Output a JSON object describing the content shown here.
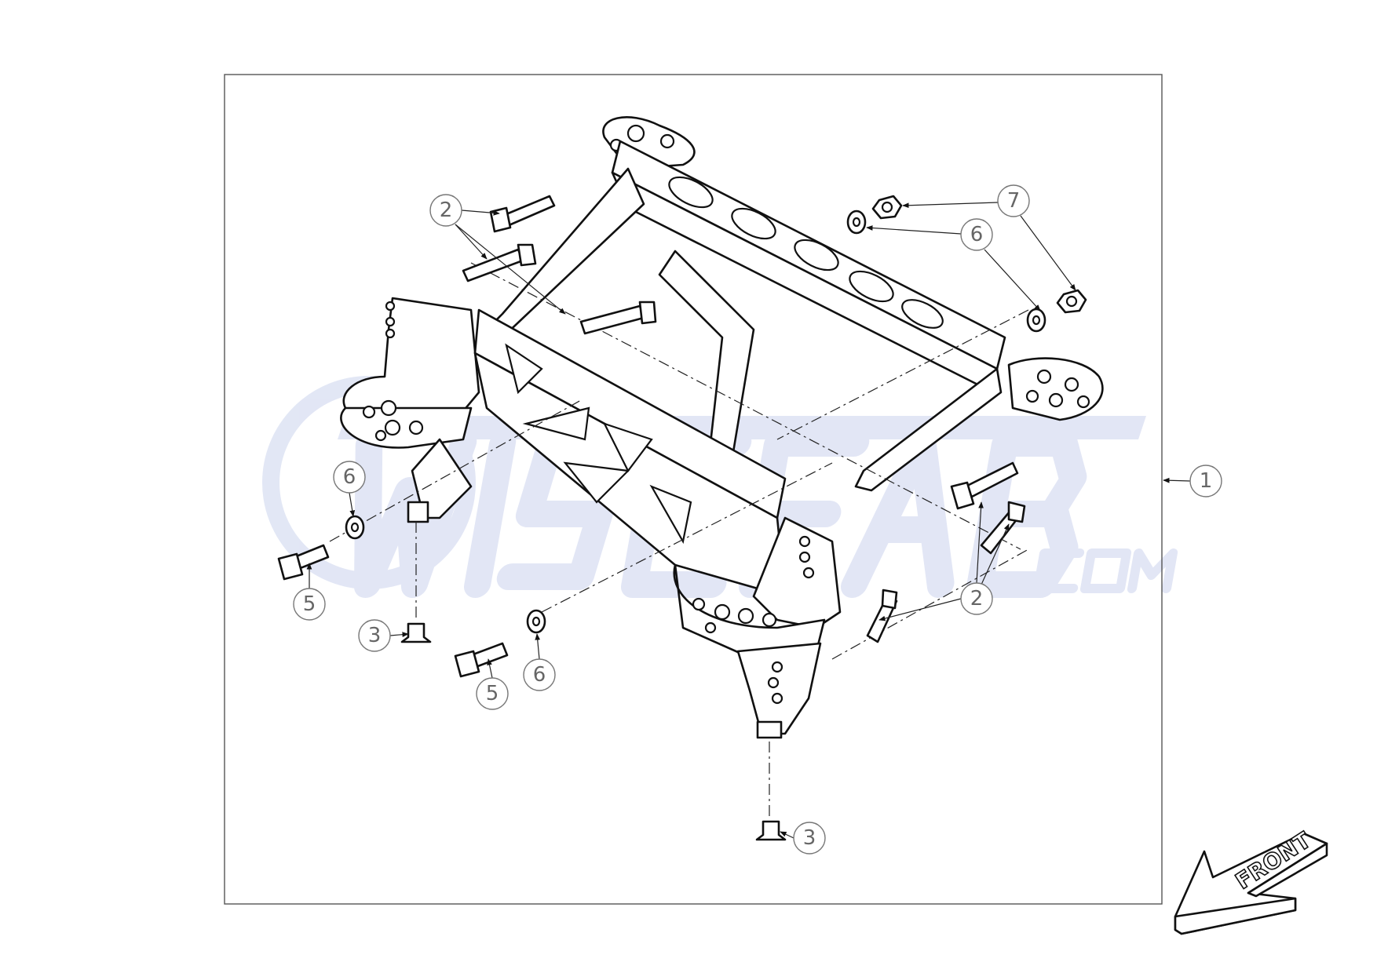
{
  "drawing": {
    "title": "Subframe exploded assembly",
    "watermark_text": "WISEFAB.COM",
    "front_indicator": "FRONT",
    "balloons": {
      "part1": "1",
      "part2_top": "2",
      "part2_bottom": "2",
      "part3_left": "3",
      "part3_right": "3",
      "part5_left": "5",
      "part5_mid": "5",
      "part6_top": "6",
      "part6_left": "6",
      "part6_mid": "6",
      "part7": "7"
    }
  }
}
